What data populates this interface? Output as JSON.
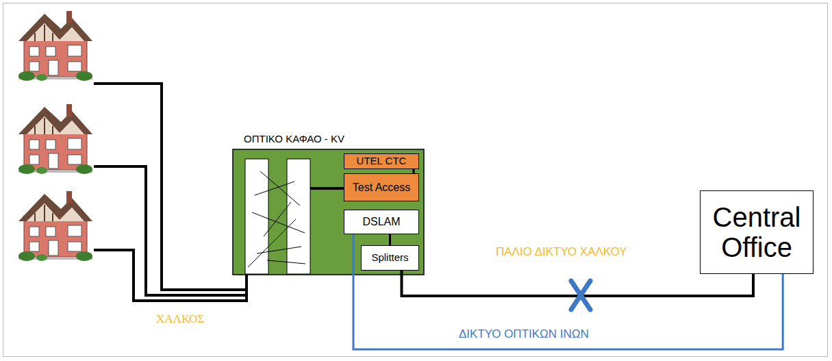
{
  "diagram": {
    "nodes": [
      {
        "text": [
          "ΟΠΤΙΚΟ ΚΑΦΑΟ - KV"
        ]
      },
      {
        "text": [
          "UTEL CTC"
        ],
        "in": 0
      },
      {
        "text": [
          "Test Access"
        ],
        "in": 0
      },
      {
        "text": [
          "DSLAM"
        ],
        "in": 0
      },
      {
        "text": [
          "Splitters"
        ],
        "in": 0
      },
      {
        "text": [
          "Central Office"
        ]
      }
    ],
    "edges": [
      {
        "from": 1,
        "to": 2,
        "arrow": "none"
      },
      {
        "from": 3,
        "to": 4,
        "arrow": "none"
      },
      {
        "from": 4,
        "to": 5,
        "arrow": "none",
        "label": "ΠΑΛΙΟ ΔΙΚΤΥΟ ΧΑΛΚΟΥ"
      },
      {
        "from": 3,
        "to": 5,
        "arrow": "none",
        "label": "ΔΙΚΤΥΟ ΟΠΤΙΚΩΝ ΙΝΩΝ"
      }
    ],
    "labels": [
      "ΧΑΛΚΟΣ"
    ]
  }
}
